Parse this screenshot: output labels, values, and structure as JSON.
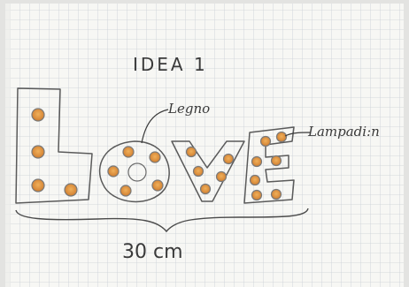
{
  "photo": {
    "subject": "pencil sketch on grid notebook paper",
    "title": "IDEA 1",
    "label_wood": "Legno",
    "label_bulbs": "Lampadi:n",
    "dimension": "30 cm",
    "colors": {
      "paper": "#f7f7f4",
      "grid": "#c9cfd6",
      "pencil": "#3a3a3a",
      "bulb_fill": "#d88a3a",
      "bulb_ring": "#7a7a7a",
      "backdrop": "#e3e3e1"
    }
  }
}
